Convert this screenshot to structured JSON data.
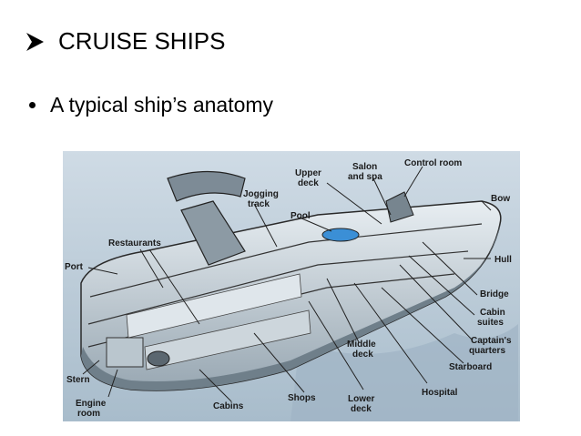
{
  "slide": {
    "title": "CRUISE SHIPS",
    "bullet": "A typical ship’s anatomy"
  },
  "diagram": {
    "labels": {
      "control_room": "Control room",
      "salon": "Salon",
      "and_spa": "and spa",
      "upper": "Upper",
      "deck_upper": "deck",
      "jogging": "Jogging",
      "track": "track",
      "pool": "Pool",
      "bow": "Bow",
      "restaurants": "Restaurants",
      "port": "Port",
      "hull": "Hull",
      "bridge": "Bridge",
      "cabin": "Cabin",
      "suites": "suites",
      "captains": "Captain's",
      "quarters": "quarters",
      "middle": "Middle",
      "deck_middle": "deck",
      "starboard": "Starboard",
      "stern": "Stern",
      "engine": "Engine",
      "room": "room",
      "hospital": "Hospital",
      "cabins": "Cabins",
      "shops": "Shops",
      "lower": "Lower",
      "deck_lower": "deck"
    }
  }
}
